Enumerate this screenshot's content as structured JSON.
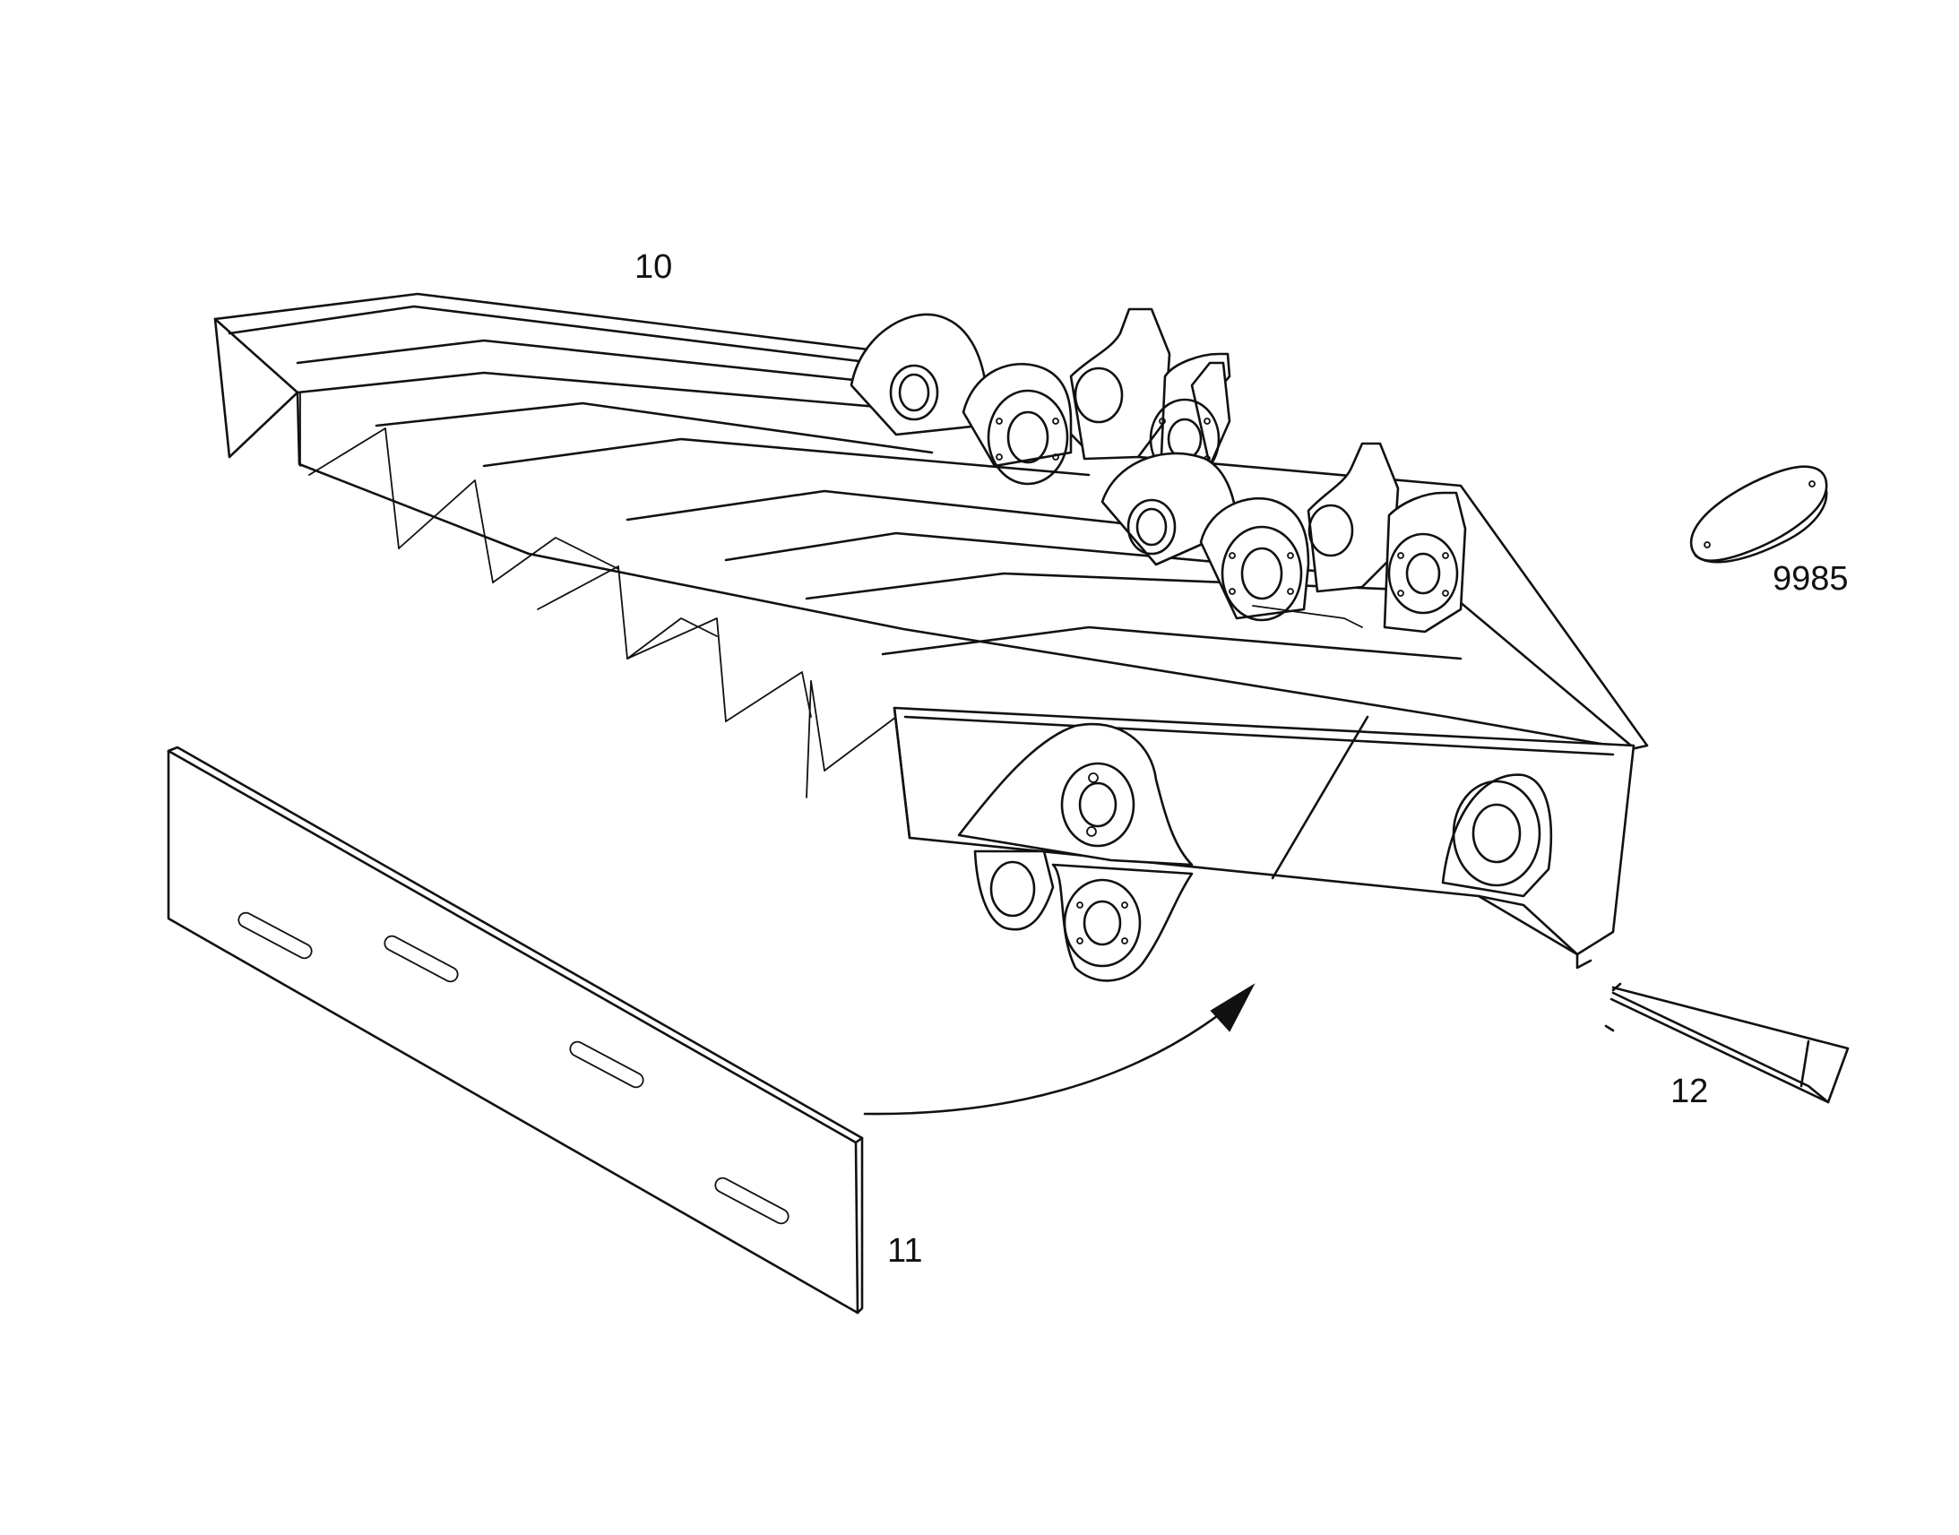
{
  "diagram": {
    "callouts": {
      "frame": "10",
      "side_plate": "11",
      "strip": "12",
      "cover_plate": "9985"
    }
  }
}
